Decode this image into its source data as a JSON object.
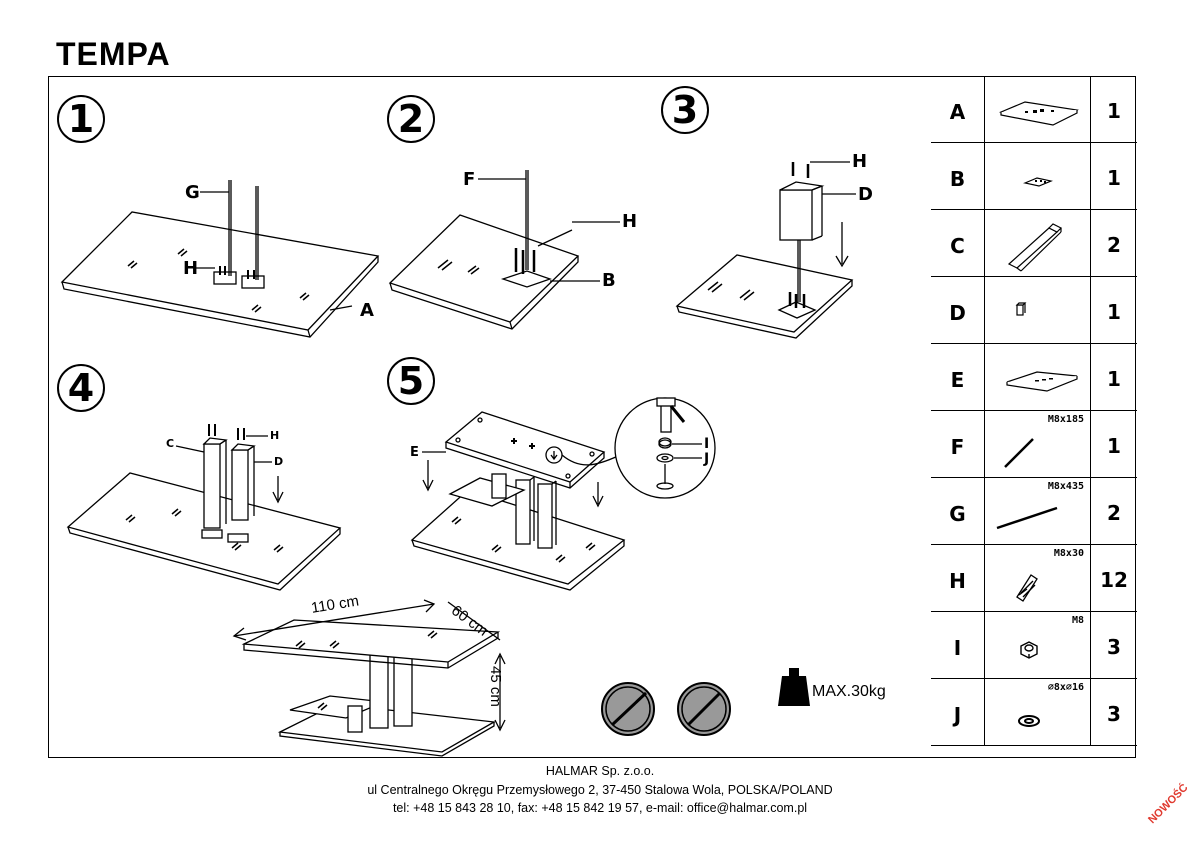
{
  "title": "TEMPA",
  "steps": [
    "1",
    "2",
    "3",
    "4",
    "5"
  ],
  "labels": {
    "s1_g": "G",
    "s1_h": "H",
    "s1_a": "A",
    "s2_f": "F",
    "s2_h": "H",
    "s2_b": "B",
    "s3_h": "H",
    "s3_d": "D",
    "s4_c": "C",
    "s4_h": "H",
    "s4_d": "D",
    "s5_e": "E",
    "s5_i": "I",
    "s5_j": "J"
  },
  "dimensions": {
    "length": "110 cm",
    "width": "60 cm",
    "height": "45 cm"
  },
  "max_load": "MAX.30kg",
  "parts": [
    {
      "letter": "A",
      "qty": "1",
      "spec": "",
      "icon": "glass-top-icon"
    },
    {
      "letter": "B",
      "qty": "1",
      "spec": "",
      "icon": "mounting-plate-icon"
    },
    {
      "letter": "C",
      "qty": "2",
      "spec": "",
      "icon": "leg-column-icon"
    },
    {
      "letter": "D",
      "qty": "1",
      "spec": "",
      "icon": "short-leg-icon"
    },
    {
      "letter": "E",
      "qty": "1",
      "spec": "",
      "icon": "glass-shelf-icon"
    },
    {
      "letter": "F",
      "qty": "1",
      "spec": "M8x185",
      "icon": "threaded-rod-icon"
    },
    {
      "letter": "G",
      "qty": "2",
      "spec": "M8x435",
      "icon": "threaded-rod-icon"
    },
    {
      "letter": "H",
      "qty": "12",
      "spec": "M8x30",
      "icon": "bolt-icon"
    },
    {
      "letter": "I",
      "qty": "3",
      "spec": "M8",
      "icon": "nut-icon"
    },
    {
      "letter": "J",
      "qty": "3",
      "spec": "⌀8x⌀16",
      "icon": "washer-icon"
    }
  ],
  "footer": {
    "company": "HALMAR Sp. z.o.o.",
    "address": "ul Centralnego Okręgu Przemysłowego 2, 37-450 Stalowa Wola, POLSKA/POLAND",
    "contact": "tel: +48 15 843 28 10, fax: +48 15 842 19 57, e-mail: office@halmar.com.pl"
  },
  "stamp": "NOWOŚĆ"
}
